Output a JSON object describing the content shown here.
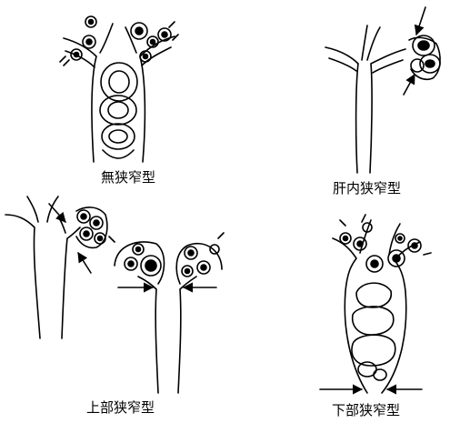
{
  "labels": {
    "panel1": "無狭窄型",
    "panel2": "肝内狭窄型",
    "panel3": "上部狭窄型",
    "panel4": "下部狭窄型"
  },
  "colors": {
    "ink": "#000000",
    "paper": "#ffffff"
  }
}
